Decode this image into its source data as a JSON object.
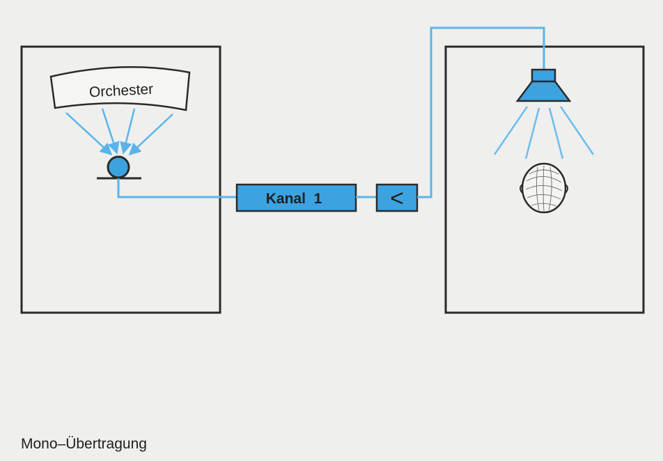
{
  "diagram": {
    "source_label": "Orchester",
    "channel_label": "Kanal  1",
    "amplifier_symbol": "<",
    "caption": "Mono–Übertragung"
  },
  "colors": {
    "background": "#efefed",
    "accent_blue": "#3da3e0",
    "line_blue": "#5ab4ea",
    "outline": "#2a2a2a"
  },
  "icons": {
    "microphone": "microphone-icon",
    "loudspeaker": "loudspeaker-icon",
    "listener": "listener-head-icon"
  }
}
